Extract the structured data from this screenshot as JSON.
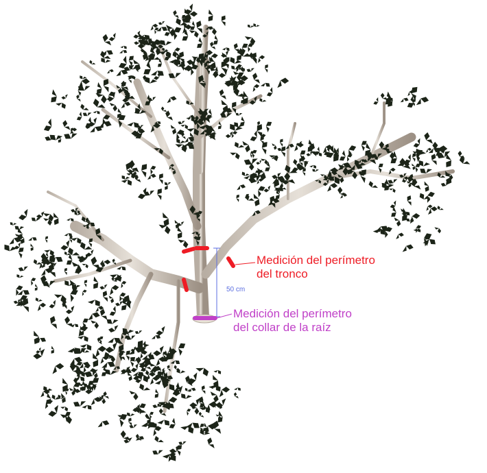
{
  "annotations": {
    "trunk_perimeter": {
      "line1": "Medición del perímetro",
      "line2": "del tronco",
      "color": "#ee1c25"
    },
    "root_collar_perimeter": {
      "line1": "Medición del perímetro",
      "line2": "del collar de la raíz",
      "color": "#c040c8"
    },
    "measurement_height": {
      "text": "50 cm",
      "color": "#5b6ee0"
    }
  },
  "colors": {
    "bark": "#d8d0c6",
    "bark_shadow": "#a89c90",
    "foliage": "#1c2418",
    "background": "#ffffff"
  }
}
